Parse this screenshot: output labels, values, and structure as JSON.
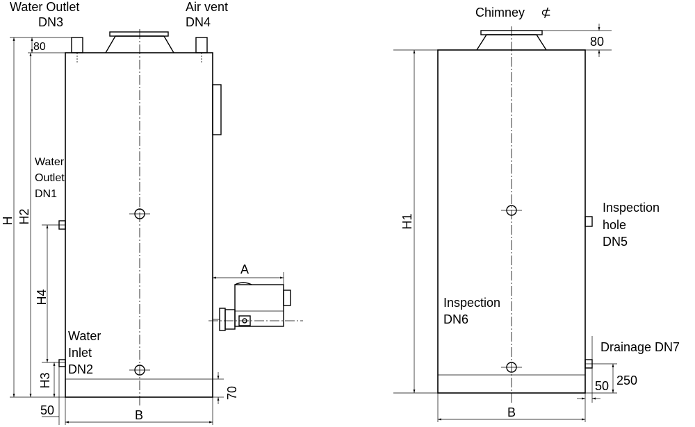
{
  "left_view": {
    "water_outlet_top": {
      "line1": "Water Outlet",
      "line2": "DN3"
    },
    "air_vent": {
      "line1": "Air vent",
      "line2": "DN4"
    },
    "water_outlet_side": {
      "line1": "Water",
      "line2": "Outlet",
      "line3": "DN1"
    },
    "water_inlet": {
      "line1": "Water",
      "line2": "Inlet",
      "line3": "DN2"
    },
    "dims": {
      "top": "80",
      "H": "H",
      "H2": "H2",
      "H4": "H4",
      "H3": "H3",
      "A": "A",
      "B": "B",
      "d50": "50",
      "d70": "70"
    }
  },
  "right_view": {
    "chimney": {
      "label": "Chimney",
      "symbol": "⊄"
    },
    "inspection_hole": {
      "line1": "Inspection",
      "line2": "hole",
      "line3": "DN5"
    },
    "inspection": {
      "line1": "Inspection",
      "line2": "DN6"
    },
    "drainage": "Drainage DN7",
    "dims": {
      "top": "80",
      "H1": "H1",
      "B": "B",
      "d50": "50",
      "d250": "250"
    }
  }
}
